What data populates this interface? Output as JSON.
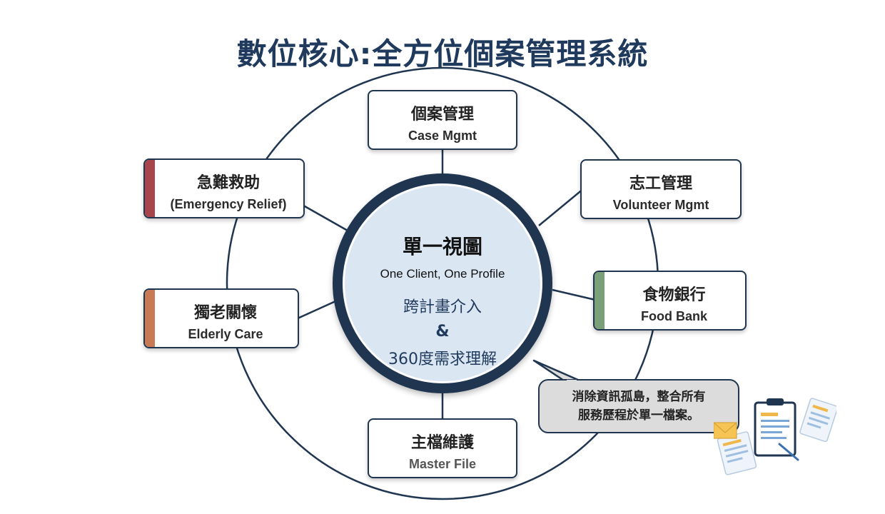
{
  "title": "數位核心:全方位個案管理系統",
  "hub": {
    "title": "單一視圖",
    "subtitle": "One Client, One Profile",
    "line1": "跨計畫介入",
    "amp": "&",
    "line2": "360度需求理解"
  },
  "nodes": {
    "case": {
      "zh": "個案管理",
      "en": "Case Mgmt"
    },
    "volunteer": {
      "zh": "志工管理",
      "en": "Volunteer Mgmt"
    },
    "food": {
      "zh": "食物銀行",
      "en": "Food Bank",
      "accent": "#7aa07a"
    },
    "master": {
      "zh": "主檔維護",
      "en": "Master File"
    },
    "elderly": {
      "zh": "獨老關懷",
      "en": "Elderly Care",
      "accent": "#c87a55"
    },
    "emergency": {
      "zh": "急難救助",
      "en": "(Emergency Relief)",
      "accent": "#a8444c"
    }
  },
  "callout": {
    "line1": "消除資訊孤島，整合所有",
    "line2": "服務歷程於單一檔案。"
  },
  "colors": {
    "navy": "#1f3550",
    "title": "#1f3a5c",
    "hub_fill": "#dbe6f3",
    "bubble_fill": "#dcdcdc"
  },
  "icons": [
    "clipboard-document-icon",
    "envelope-icon"
  ]
}
